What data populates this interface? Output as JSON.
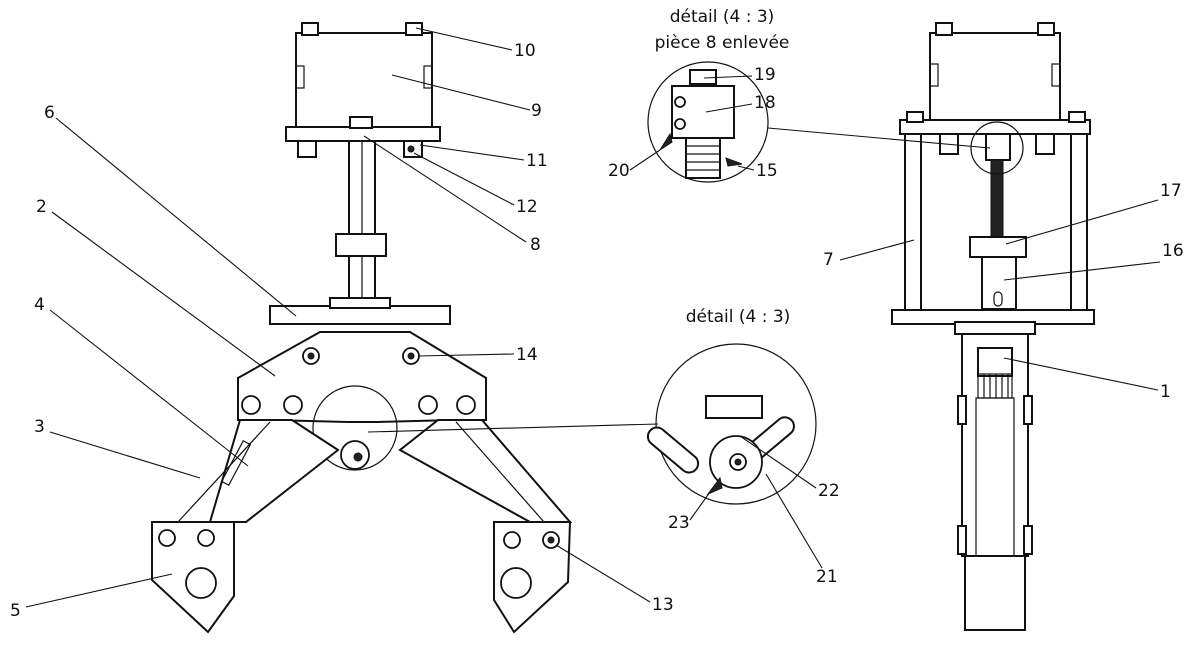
{
  "detail_a": {
    "title_line1": "détail (4 : 3)",
    "title_line2": "pièce 8 enlevée"
  },
  "detail_b": {
    "title": "détail (4 : 3)"
  },
  "callouts": {
    "c1": "1",
    "c2": "2",
    "c3": "3",
    "c4": "4",
    "c5": "5",
    "c6": "6",
    "c7": "7",
    "c8": "8",
    "c9": "9",
    "c10": "10",
    "c11": "11",
    "c12": "12",
    "c13": "13",
    "c14": "14",
    "c15": "15",
    "c16": "16",
    "c17": "17",
    "c18": "18",
    "c19": "19",
    "c20": "20",
    "c21": "21",
    "c22": "22",
    "c23": "23"
  }
}
